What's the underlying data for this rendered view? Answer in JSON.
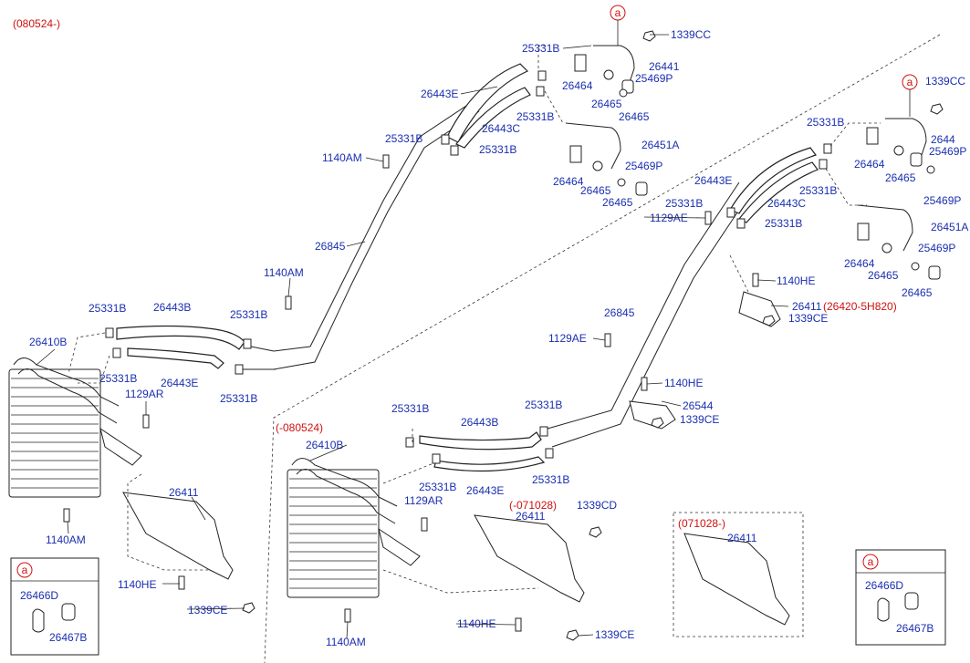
{
  "notes": {
    "main_date": "(080524-)",
    "sub_date": "(-080524)",
    "bracket_date_1": "(-071028)",
    "bracket_date_2": "(071028-)",
    "alt_part": "(26420-5H820)"
  },
  "callout": {
    "symbol": "a"
  },
  "detail_boxes": [
    {
      "part1": "26466D",
      "part2": "26467B"
    },
    {
      "part1": "26466D",
      "part2": "26467B"
    }
  ],
  "labels": {
    "l1339cc_a": "1339CC",
    "l26441_a": "26441",
    "l25469p_a": "25469P",
    "l26465_a1": "26465",
    "l26465_a2": "26465",
    "l25331b_a1": "25331B",
    "l26464_a": "26464",
    "l26443e_a": "26443E",
    "l26443c_a": "26443C",
    "l25331b_a2": "25331B",
    "l26451a_a": "26451A",
    "l25469p_a2": "25469P",
    "l26464_a2": "26464",
    "l26465_a3": "26465",
    "l26465_a4": "26465",
    "l25331b_a3": "25331B",
    "l25331b_a4": "25331B",
    "l1140am_a": "1140AM",
    "l26845_a": "26845",
    "l1140am_a2": "1140AM",
    "l25331b_a5": "25331B",
    "l26443b_a": "26443B",
    "l25331b_a6": "25331B",
    "l26410b_a": "26410B",
    "l25331b_a7": "25331B",
    "l26443e_a2": "26443E",
    "l1129ar_a": "1129AR",
    "l25331b_a8": "25331B",
    "l26411_a": "26411",
    "l1140am_a3": "1140AM",
    "l1140he_a": "1140HE",
    "l1339ce_a": "1339CE",
    "l1339cc_b": "1339CC",
    "l2644_b": "2644",
    "l25469p_b": "25469P",
    "l26465_b1": "26465",
    "l25469p_b2": "25469P",
    "l25331b_b1": "25331B",
    "l26464_b": "26464",
    "l26443e_b": "26443E",
    "l26443c_b": "26443C",
    "l25331b_b2": "25331B",
    "l25331b_b3": "25331B",
    "l1129ae_b": "1129AE",
    "l25331b_b4": "25331B",
    "l26451a_b": "26451A",
    "l25469p_b3": "25469P",
    "l26464_b2": "26464",
    "l26465_b2": "26465",
    "l26465_b3": "26465",
    "l1140he_b": "1140HE",
    "l26411_b": "26411",
    "l1339ce_b": "1339CE",
    "l26845_b": "26845",
    "l1129ae_b2": "1129AE",
    "l1140he_b2": "1140HE",
    "l26544_b": "26544",
    "l1339ce_b2": "1339CE",
    "l25331b_b5": "25331B",
    "l26443b_b": "26443B",
    "l25331b_b6": "25331B",
    "l26410b_b": "26410B",
    "l25331b_b7": "25331B",
    "l26443e_b2": "26443E",
    "l25331b_b8": "25331B",
    "l1129ar_b": "1129AR",
    "l1339cd_b": "1339CD",
    "l26411_b2": "26411",
    "l26411_b3": "26411",
    "l1140he_b3": "1140HE",
    "l1339ce_b3": "1339CE",
    "l1140am_b": "1140AM"
  }
}
